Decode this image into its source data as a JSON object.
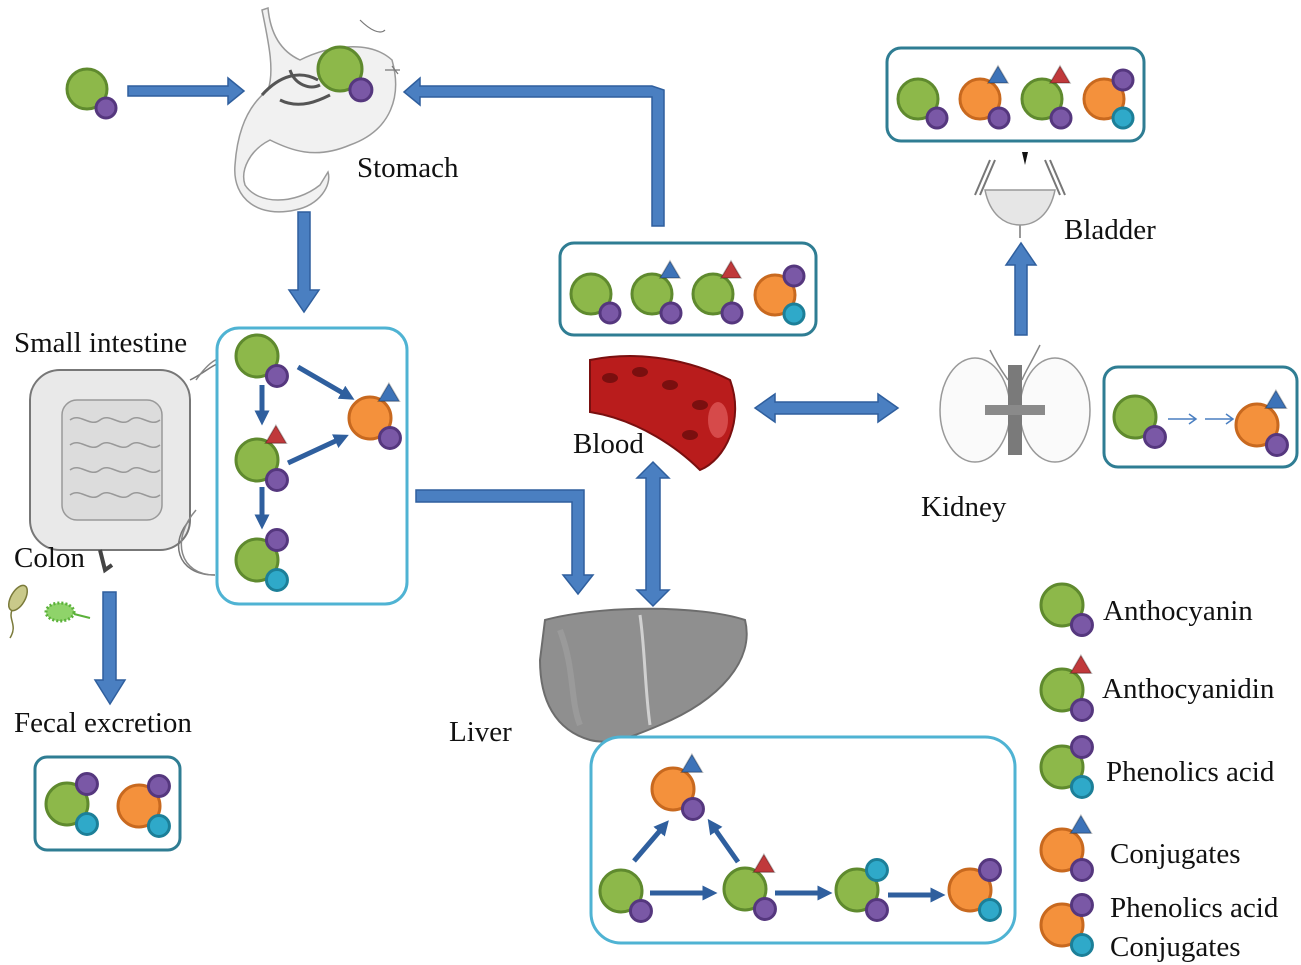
{
  "colors": {
    "anthocyanin_green": "#8db84a",
    "green_stroke": "#5f8a2e",
    "conjugate_orange": "#f4913c",
    "orange_stroke": "#c8691f",
    "sugar_purple": "#7a58a6",
    "purple_stroke": "#55377e",
    "phenolic_cyan": "#2fa9c9",
    "cyan_stroke": "#1c7f98",
    "aglycone_red_triangle": "#c0393b",
    "conjugate_blue_triangle": "#3d73b8",
    "arrow_blue": "#3a6fb0",
    "box_border_light": "#4fb3d3",
    "box_border_dark": "#2f7d93",
    "blood_red": "#b91c1c"
  },
  "organs": {
    "stomach": "Stomach",
    "small_intestine": "Small intestine",
    "colon": "Colon",
    "fecal_excretion": "Fecal excretion",
    "blood": "Blood",
    "liver": "Liver",
    "kidney": "Kidney",
    "bladder": "Bladder"
  },
  "legend": [
    {
      "key": "anthocyanin",
      "label": "Anthocyanin"
    },
    {
      "key": "anthocyanidin",
      "label": "Anthocyanidin"
    },
    {
      "key": "phenolic_acid",
      "label": "Phenolics acid"
    },
    {
      "key": "conjugates",
      "label": "Conjugates"
    },
    {
      "key": "phenolic_acid_conjugates",
      "label_line1": "Phenolics acid",
      "label_line2": "Conjugates"
    }
  ],
  "boxes": {
    "small_intestine_box": [
      "anthocyanin",
      "anthocyanidin",
      "phenolic_acid",
      "conjugates"
    ],
    "blood_box": [
      "anthocyanin",
      "conjugates_on_green",
      "anthocyanidin",
      "phenolic_acid_conjugates"
    ],
    "bladder_box": [
      "anthocyanin",
      "conjugates",
      "anthocyanidin",
      "phenolic_acid_conjugates"
    ],
    "kidney_box": [
      "anthocyanin",
      "conjugates"
    ],
    "fecal_box": [
      "phenolic_acid",
      "phenolic_acid_conjugates"
    ],
    "liver_box": [
      "anthocyanin",
      "conjugates",
      "anthocyanidin",
      "phenolic_acid",
      "phenolic_acid_conjugates"
    ]
  }
}
